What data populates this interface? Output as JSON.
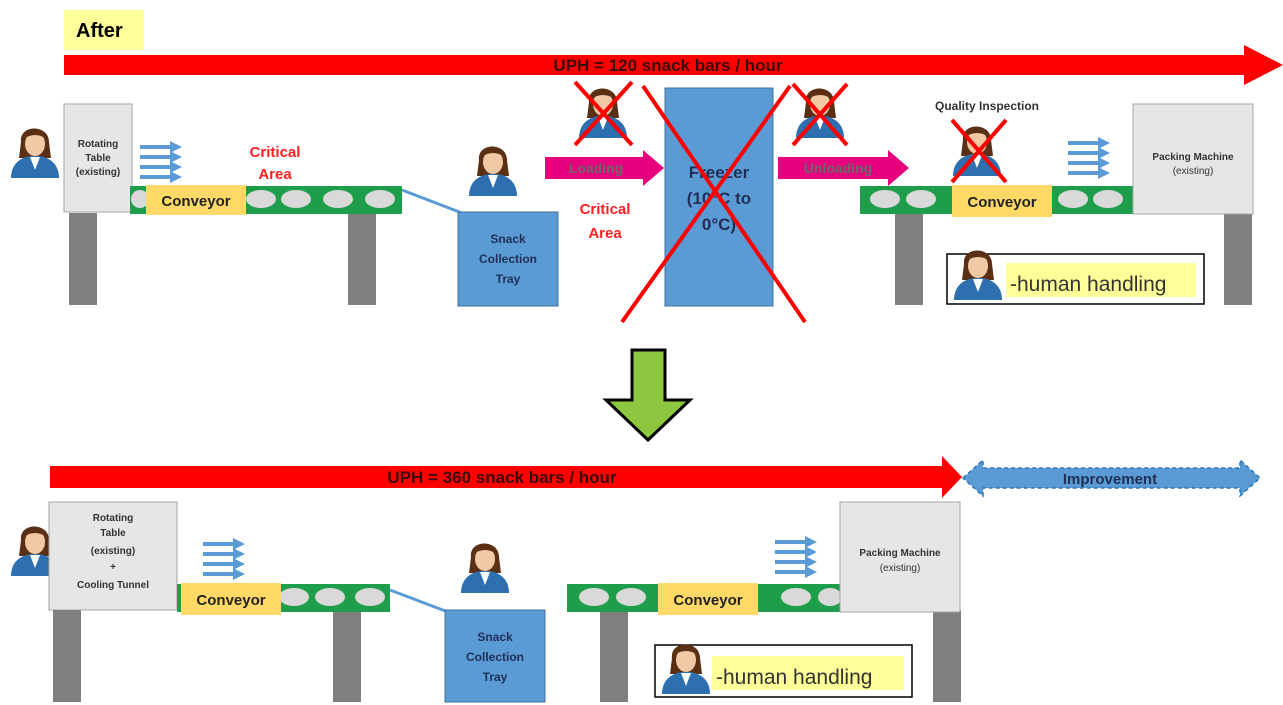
{
  "header": {
    "after_label": "After"
  },
  "top": {
    "uph_label": "UPH = 120 snack bars / hour",
    "rotating_table": [
      "Rotating",
      "Table",
      "(existing)"
    ],
    "critical_area_1": [
      "Critical",
      "Area"
    ],
    "critical_area_2": [
      "Critical",
      "Area"
    ],
    "conveyor_left": "Conveyor",
    "conveyor_right": "Conveyor",
    "tray": [
      "Snack",
      "Collection",
      "Tray"
    ],
    "loading": "Loading",
    "unloading": "Unloading",
    "freezer": [
      "Freezer",
      "(10°C to",
      "0°C)"
    ],
    "quality_inspection": "Quality Inspection",
    "packing_machine": [
      "Packing Machine",
      "(existing)"
    ],
    "legend_text": "-human handling"
  },
  "bottom": {
    "uph_label": "UPH = 360 snack bars / hour",
    "improvement_label": "Improvement",
    "rotating_table": [
      "Rotating",
      "Table",
      "(existing)",
      "+",
      "Cooling Tunnel"
    ],
    "conveyor_left": "Conveyor",
    "conveyor_right": "Conveyor",
    "tray": [
      "Snack",
      "Collection",
      "Tray"
    ],
    "packing_machine": [
      "Packing Machine",
      "(existing)"
    ],
    "legend_text": "-human handling"
  },
  "colors": {
    "red_arrow": "#ff0000",
    "conveyor_green": "#1e9e4a",
    "roller_gray": "#d9d9d9",
    "leg_gray": "#7f7f7f",
    "box_blue": "#5b9bd5",
    "label_yellow": "#ffd966",
    "machine_gray": "#e7e6e6",
    "pink_arrow": "#e6007e",
    "down_arrow_green": "#8dc63f",
    "cross_red": "#ff0000",
    "highlight_yellow": "#ffff99"
  },
  "icons": [
    "worker-icon",
    "blue-arrows-icon",
    "red-cross-icon",
    "down-arrow-icon"
  ]
}
